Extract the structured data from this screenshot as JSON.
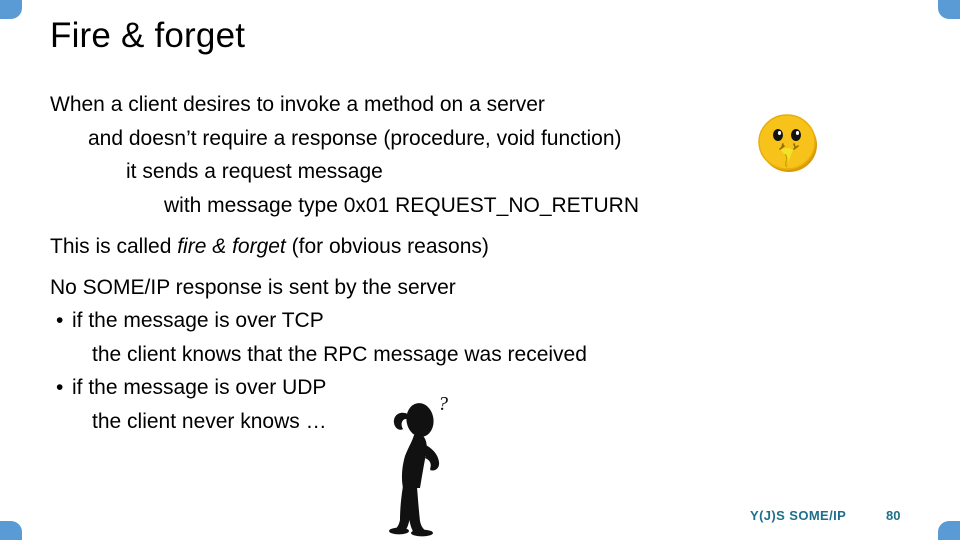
{
  "slide": {
    "title": "Fire & forget",
    "accent_color": "#5b9bd5",
    "footer_color": "#1f6f8b",
    "background": "#ffffff"
  },
  "body": {
    "paragraph1": [
      {
        "text": "When a client desires to invoke a method on a server",
        "indent": 0
      },
      {
        "text": "and doesn’t require a response (procedure, void function)",
        "indent": 1
      },
      {
        "text": "it sends a request message",
        "indent": 2
      },
      {
        "text": "with message type 0x01 REQUEST_NO_RETURN",
        "indent": 3
      }
    ],
    "paragraph2_prefix": "This is called ",
    "paragraph2_italic": "fire & forget",
    "paragraph2_suffix": " (for obvious reasons)",
    "paragraph3": "No SOME/IP response is sent by the server",
    "bullets": [
      {
        "marker": "•",
        "text": "if the message is over TCP",
        "sub": "the client knows that the RPC message was received"
      },
      {
        "marker": "•",
        "text": "if the message is over UDP",
        "sub": "the client never knows …"
      }
    ]
  },
  "clipart": {
    "emoji_name": "whistling-face-emoji",
    "emoji_face_color": "#f7c31a",
    "emoji_face_shadow": "#e0a800",
    "emoji_eye_color": "#1a1a1a",
    "thinker_name": "thinking-person-silhouette",
    "thinker_color": "#111111",
    "thinker_question_mark": "?"
  },
  "footer": {
    "label": "Y(J)S SOME/IP",
    "page_number": "80"
  }
}
